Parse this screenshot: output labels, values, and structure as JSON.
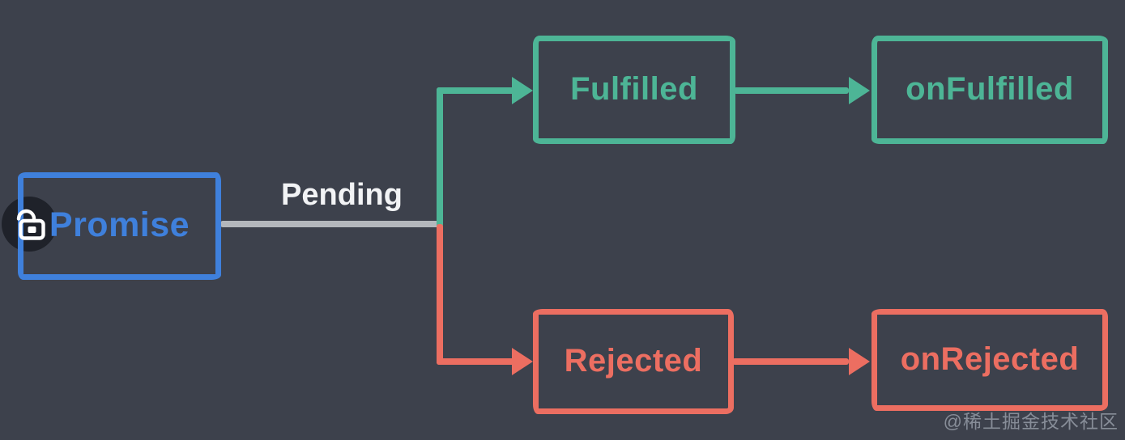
{
  "canvas": {
    "kind": "promise-state-diagram"
  },
  "nodes": {
    "promise": {
      "label": "Promise",
      "color": "#3f80dc"
    },
    "fulfilled": {
      "label": "Fulfilled",
      "color": "#4db596"
    },
    "onFulfilled": {
      "label": "onFulfilled",
      "color": "#4db596"
    },
    "rejected": {
      "label": "Rejected",
      "color": "#ec6e61"
    },
    "onRejected": {
      "label": "onRejected",
      "color": "#ec6e61"
    }
  },
  "edges": {
    "pending": {
      "label": "Pending",
      "from": "promise",
      "color": "#b4b7bc"
    },
    "to_fulfilled": {
      "from": "promise",
      "to": "fulfilled",
      "color": "#4db596"
    },
    "to_rejected": {
      "from": "promise",
      "to": "rejected",
      "color": "#ec6e61"
    },
    "fulfilled_to_onFulfilled": {
      "from": "fulfilled",
      "to": "onFulfilled",
      "color": "#4db596"
    },
    "rejected_to_onRejected": {
      "from": "rejected",
      "to": "onRejected",
      "color": "#ec6e61"
    }
  },
  "icons": {
    "unlock": "unlocked-padlock-icon"
  },
  "watermark": {
    "text": "@稀土掘金技术社区"
  },
  "colors": {
    "background": "#3d414c",
    "blue": "#3f80dc",
    "green": "#4db596",
    "red": "#ec6e61",
    "gray_line": "#b4b7bc",
    "pending_text": "#f2f3f5",
    "watermark": "#9aa0ab",
    "badge_bg": "#1f222a",
    "lock": "#ffffff"
  }
}
